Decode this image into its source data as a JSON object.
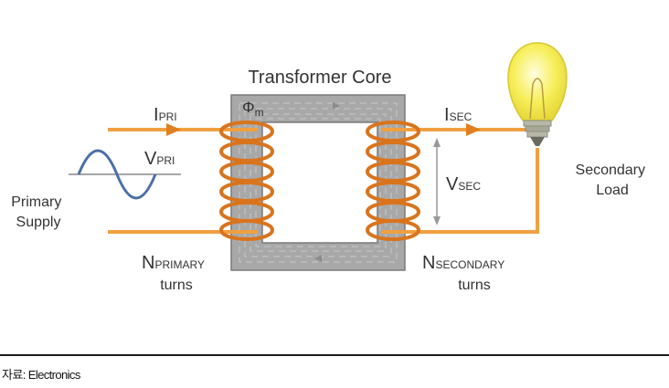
{
  "diagram": {
    "core_title": "Transformer Core",
    "flux": {
      "symbol": "Φ",
      "sub": "m"
    },
    "i_pri": {
      "main": "I",
      "sub": "PRI"
    },
    "v_pri": {
      "main": "V",
      "sub": "PRI"
    },
    "i_sec": {
      "main": "I",
      "sub": "SEC"
    },
    "v_sec": {
      "main": "V",
      "sub": "SEC"
    },
    "primary_supply": {
      "line1": "Primary",
      "line2": "Supply"
    },
    "secondary_load": {
      "line1": "Secondary",
      "line2": "Load"
    },
    "n_primary": {
      "main": "N",
      "sub": "PRIMARY",
      "line2": "turns"
    },
    "n_secondary": {
      "main": "N",
      "sub": "SECONDARY",
      "line2": "turns"
    },
    "colors": {
      "wire": "#f0a040",
      "coil": "#d9741d",
      "core": "#a8a8a8",
      "sine": "#4a6fa8",
      "bulb": "#f7ef5a"
    }
  },
  "footer": {
    "source": "자료: Electronics"
  }
}
